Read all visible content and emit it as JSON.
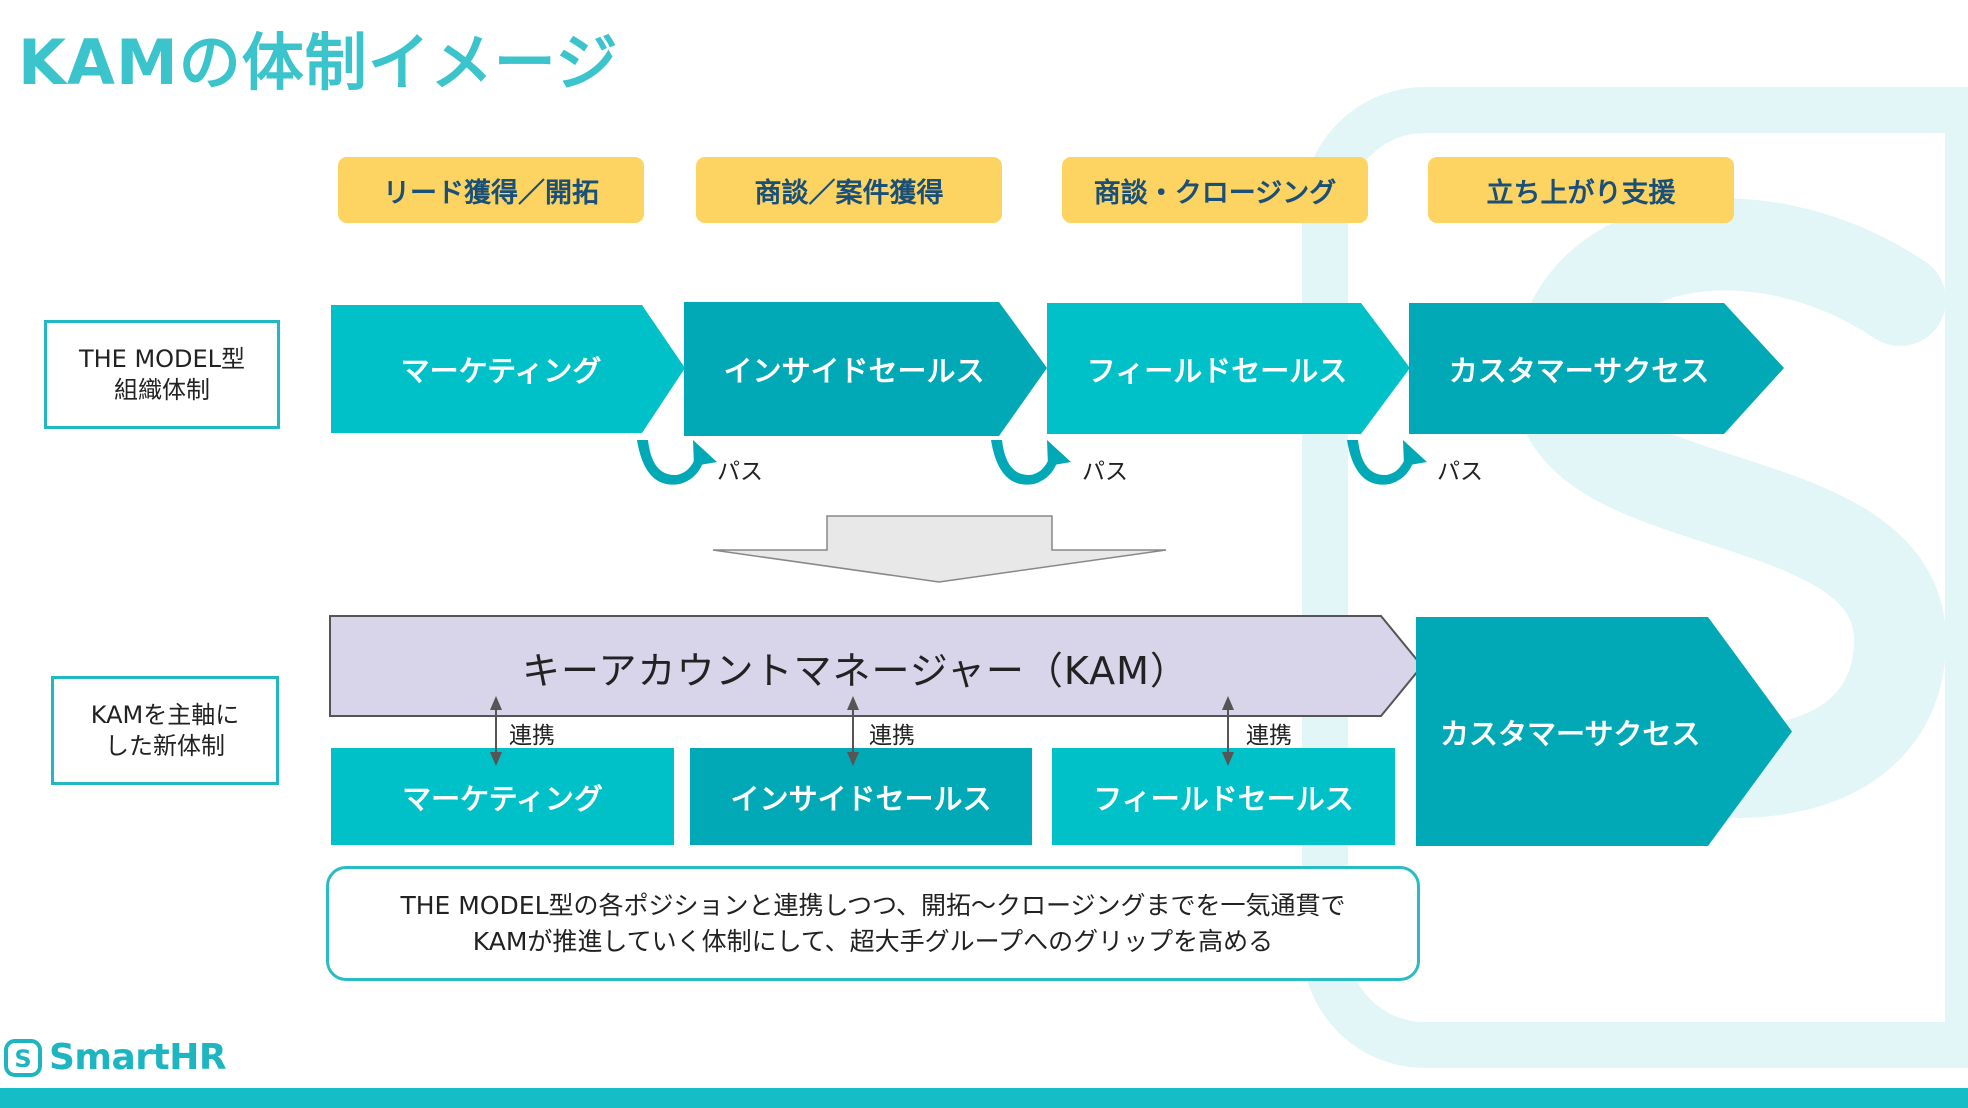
{
  "title": "KAMの体制イメージ",
  "phases": [
    "リード獲得／開拓",
    "商談／案件獲得",
    "商談・クロージング",
    "立ち上がり支援"
  ],
  "row_labels": {
    "old_line1": "THE MODEL型",
    "old_line2": "組織体制",
    "new_line1": "KAMを主軸に",
    "new_line2": "した新体制"
  },
  "model_stages": [
    "マーケティング",
    "インサイドセールス",
    "フィールドセールス",
    "カスタマーサクセス"
  ],
  "pass_label": "パス",
  "kam_bar_label": "キーアカウントマネージャー（KAM）",
  "link_label": "連携",
  "kam_sub_teams": [
    "マーケティング",
    "インサイドセールス",
    "フィールドセールス"
  ],
  "kam_customer_success": "カスタマーサクセス",
  "note": {
    "line1": "THE MODEL型の各ポジションと連携しつつ、開拓〜クロージングまでを一気通貫で",
    "line2": "KAMが推進していく体制にして、超大手グループへのグリップを高める"
  },
  "brand": "SmartHR",
  "colors": {
    "accent": "#3bc4cb",
    "phase_fill": "#fdd362",
    "phase_text": "#1a4f78",
    "chevron_light": "#00c1c8",
    "chevron_dark": "#00a9b5",
    "kam_bar": "#d8d4e9"
  }
}
